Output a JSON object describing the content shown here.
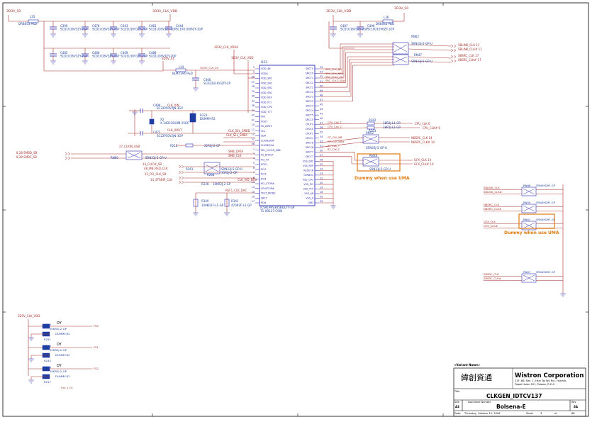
{
  "colors": {
    "wire": "#a8322d",
    "pin": "#2a2ab0",
    "part": "#1c3fa0",
    "label": "#a8322d",
    "note": "#e07a10",
    "frame": "#000000",
    "title_blue": "#1a3fa3"
  },
  "top_nets": {
    "n3v3_left": "3D3V_S0",
    "clk_vdd_top": "3D3V_CLK_VDD",
    "clk_vdd_right": "3D3V_CLK_VDD",
    "n3v3_right": "3D3V_S0",
    "clk_vdda": "3D3V_CLK_VDDA",
    "clk_vdd_mid": "3D3V_CLK_VDD",
    "clk_vdd_s1": "3D3V_S1",
    "clk_vdd_low": "3D3V_CLK_VDD"
  },
  "inductors": [
    {
      "ref": "L35",
      "val": "DRB0S3 P&D"
    },
    {
      "ref": "L36",
      "val": "DRB0S3 P&D"
    },
    {
      "ref": "L14",
      "val": "BLM31A4 P&D"
    }
  ],
  "caps_row1": [
    {
      "ref": "C390",
      "val": "SCD1U16V3ZY-2GP"
    },
    {
      "ref": "C478",
      "val": "SCD1U16V3ZY-2GP"
    },
    {
      "ref": "C443",
      "val": "SCD1U16V3ZY-2GP"
    },
    {
      "ref": "C465",
      "val": "SCD1U16V3ZY-2GP"
    },
    {
      "ref": "C444",
      "val": "SC10U10V6ZY-1GP"
    }
  ],
  "caps_row2": [
    {
      "ref": "C485",
      "val": "SCD1U16V3ZY-2GP"
    },
    {
      "ref": "C486",
      "val": "SCD1U16V3ZY-2GP"
    },
    {
      "ref": "C409",
      "val": "SCD1U16V3ZY-2GP"
    },
    {
      "ref": "C488",
      "val": "SCD1U16V3ZY-2GP"
    }
  ],
  "caps_right": [
    {
      "ref": "C487",
      "val": "SCD1U16V3ZY-2GP"
    },
    {
      "ref": "C496",
      "val": "SC10U10V6ZY-1GP"
    }
  ],
  "cap_c406": {
    "ref": "C406",
    "val": "SCD22U16V3ZY-2P"
  },
  "vdd_net_label": "3D3V_CLK_EV",
  "chip": {
    "ref": "U23",
    "part": "ICS9LPRS365BGLFT-GP",
    "part2": "71.09137.C0W",
    "left_pins": [
      {
        "n": "2",
        "name": "VDD_48"
      },
      {
        "n": "9",
        "name": "VDDA"
      },
      {
        "n": "56",
        "name": "VDD_SRC"
      },
      {
        "n": "21",
        "name": "VDD_SRC"
      },
      {
        "n": "28",
        "name": "VDD_SRC"
      },
      {
        "n": "29",
        "name": "VDD_SRC"
      },
      {
        "n": "46",
        "name": "VDD_REF"
      },
      {
        "n": "33",
        "name": "VDD_PCI"
      },
      {
        "n": "38",
        "name": "VDD_CPU"
      },
      {
        "n": "39",
        "name": "VDD_TTT"
      },
      {
        "n": "42",
        "name": "XIN"
      },
      {
        "n": "41",
        "name": "XOUT"
      },
      {
        "n": "10",
        "name": "FS_A/REF"
      },
      {
        "n": "11",
        "name": "SCL"
      },
      {
        "n": "12",
        "name": "SDA"
      },
      {
        "n": "57",
        "name": "CLKREQ0#"
      },
      {
        "n": "58",
        "name": "CLKREQ1#"
      },
      {
        "n": "1",
        "name": "SEL_CLOCK_48B"
      },
      {
        "n": "3",
        "name": "FS_B/TEST"
      },
      {
        "n": "4",
        "name": "PCI_F0"
      },
      {
        "n": "5",
        "name": "PCIF1"
      },
      {
        "n": "6",
        "name": "PCI2"
      },
      {
        "n": "7",
        "name": "PCI3"
      },
      {
        "n": "8",
        "name": "PCI4"
      },
      {
        "n": "13",
        "name": "PCI_STOP#"
      },
      {
        "n": "14",
        "name": "CPUSTOP#"
      },
      {
        "n": "15",
        "name": "TEST_MODE"
      },
      {
        "n": "16",
        "name": "SRCT"
      },
      {
        "n": "17",
        "name": "PD#"
      }
    ],
    "right_pins": [
      {
        "n": "54",
        "name": "SRCT0"
      },
      {
        "n": "53",
        "name": "SRCC0"
      },
      {
        "n": "52",
        "name": "SRCT1"
      },
      {
        "n": "51",
        "name": "SRCC1"
      },
      {
        "n": "50",
        "name": "SRCT2"
      },
      {
        "n": "49",
        "name": "SRCC2"
      },
      {
        "n": "48",
        "name": "SRCT3"
      },
      {
        "n": "47",
        "name": "SRCC3"
      },
      {
        "n": "45",
        "name": "SRCT4"
      },
      {
        "n": "44",
        "name": "SRCC4"
      },
      {
        "n": "43",
        "name": "SRCT5"
      },
      {
        "n": "40",
        "name": "SRCC5"
      },
      {
        "n": "37",
        "name": "CPUT0"
      },
      {
        "n": "36",
        "name": "CPUC0"
      },
      {
        "n": "35",
        "name": "CPUT1"
      },
      {
        "n": "34",
        "name": "CPUC1"
      },
      {
        "n": "32",
        "name": "SRCT6"
      },
      {
        "n": "31",
        "name": "SRCC6"
      },
      {
        "n": "30",
        "name": "SRCT7"
      },
      {
        "n": "27",
        "name": "SRCC7"
      },
      {
        "n": "26",
        "name": "VSS_SRC"
      },
      {
        "n": "25",
        "name": "VSS_REF"
      },
      {
        "n": "24",
        "name": "RESET#"
      },
      {
        "n": "23",
        "name": "TURBO1"
      },
      {
        "n": "22",
        "name": "VSS_CPU"
      },
      {
        "n": "20",
        "name": "VSS_PCI"
      },
      {
        "n": "19",
        "name": "VSS_TTT"
      },
      {
        "n": "18",
        "name": "VSS_48"
      },
      {
        "n": "55",
        "name": "VSS_A"
      },
      {
        "n": "59",
        "name": "GND"
      }
    ]
  },
  "crystal": {
    "ref": "X2",
    "val": "X-14D31818M-25GP",
    "cap_top": "C499",
    "cap_bot": "C473",
    "cap_val": "SC22P50V2JN-3GP",
    "net_in": "CLK_XIN",
    "net_out": "CLK_XOUT"
  },
  "r_dummy": {
    "ref": "R223",
    "val": "DUMMY-R2"
  },
  "small_rs": [
    {
      "ref": "R212",
      "val": "22R2J-2-GP"
    },
    {
      "ref": "R261",
      "val": "33R2J-2-GP"
    },
    {
      "ref": "R264",
      "val": "33R2J-2-GP"
    },
    {
      "ref": "R228",
      "val": "10KR2J-2-GP"
    },
    {
      "ref": "R340",
      "val": "100KR2F-L1-GP"
    },
    {
      "ref": "R341",
      "val": "470R2F-L1-GP"
    }
  ],
  "left_nets": [
    "CLK_SEL_SMBD",
    "CLK_SEL_SMBC",
    "SMB_DATA",
    "SMB_CLK",
    "27_CLKIN_USB",
    "14_CLK14_SB",
    "48_MB_REQ_CLK",
    "33_PCI_CLK_SB",
    "14_STRBIP_CLK",
    "CLK_VID_BEN",
    "REF1_CLK_DAC"
  ],
  "left_net_text": [
    "8,28  SMBD_SB",
    "8,28  SMBC_SB"
  ],
  "right_nets": [
    "SRC_CLK_NB",
    "SRC_CLK_NB#",
    "SRC_CLK2_SB",
    "SRC_CLK2_SB#",
    "CPU_CLK_T",
    "CPU_CLK_C",
    "GT_CLK_NB",
    "GT_CLK_NB#",
    "RT_CLK_T",
    "RT_CLK_C"
  ],
  "rn_packs": [
    {
      "ref": "RN62",
      "val": "SRN33J-5-GP-U"
    },
    {
      "ref": "RN47",
      "val": "SRN33J-5-GP-U"
    },
    {
      "ref": "RN52",
      "val": "SRN33J-5-GP-U"
    },
    {
      "ref": "RN58",
      "val": "SRN33J-5-GP-U"
    },
    {
      "ref": "RN60",
      "val": "SRN33J-5-GP-U"
    },
    {
      "ref": "RN65",
      "val": "SRN33J-5-GP-U"
    }
  ],
  "far_right_outputs": [
    "SBLINK_CLK  11",
    "SBLINK_CLK#  11",
    "SBSRC_CLK  17",
    "SBSRC_CLK#  17",
    "CPU_CLK  6",
    "CPU_CLK#  6",
    "NBSRC_CLK  14",
    "NBSRC_CLK#  14",
    "GFX_CLK  10",
    "GFX_CLK#  10"
  ],
  "r_series": [
    {
      "ref": "R262",
      "val": "18R2J-L1-GP"
    },
    {
      "ref": "R263",
      "val": "18R2J-L1-GP"
    }
  ],
  "terminators": [
    {
      "ref": "RN68",
      "val": "SRN49D9F-GP",
      "a": "SBLINK_CLK",
      "b": "SBLINK_CLK#"
    },
    {
      "ref": "RN55",
      "val": "SRN49D9F-GP",
      "a": "NBSRC_CLK",
      "b": "NBSRC_CLK#"
    },
    {
      "ref": "RN61",
      "val": "SRN49D9F-GP",
      "a": "GFX_CLK",
      "b": "GFX_CLK#"
    },
    {
      "ref": "RN67",
      "val": "SRN49D9F-GP",
      "a": "SBSRC_CLK",
      "b": "SBSRC_CLK#"
    }
  ],
  "notes": {
    "dummy1": "Dummy when use UMA",
    "dummy2": "Dummy when use UMA"
  },
  "bottom_left": {
    "net": "3D3V_CLK_VDD",
    "groups": [
      {
        "tag": "DY",
        "ref": "R250",
        "val": "10KR2J-2-GP",
        "ref2": "R251",
        "val2": "DUMMY-R2",
        "out": "FS0"
      },
      {
        "tag": "DY",
        "ref": "R244",
        "val": "10KR2J-2-GP",
        "ref2": "R245",
        "val2": "DUMMY-R2",
        "out": "FS1"
      },
      {
        "tag": "DY",
        "ref": "R210",
        "val": "10KR2J-2-GP",
        "ref2": "R217",
        "val2": "DUMMY-R2",
        "out": "FS2"
      }
    ],
    "note": "Vcc  1.1V"
  },
  "title_block": {
    "variant_label": "<Variant Name>",
    "company": "Wistron Corporation",
    "chinese": "緯創資通",
    "addr1": "21F, 88, Sec. 1, Hsin Tai Wu Rd., Hsichih,",
    "addr2": "Taipei Hsien 221, Taiwan, R.O.C.",
    "title_lbl": "Title",
    "title": "CLKGEN_IDTCV137",
    "size_lbl": "Size",
    "size": "A3",
    "docnum_lbl": "Document Number",
    "docnum": "Bolsena-E",
    "rev_lbl": "Rev",
    "rev": "SA",
    "date_lbl": "Date:",
    "date": "Thursday, October 12, 2006",
    "sheet_lbl": "Sheet",
    "sheet": "3",
    "of_lbl": "of",
    "of": "88"
  }
}
